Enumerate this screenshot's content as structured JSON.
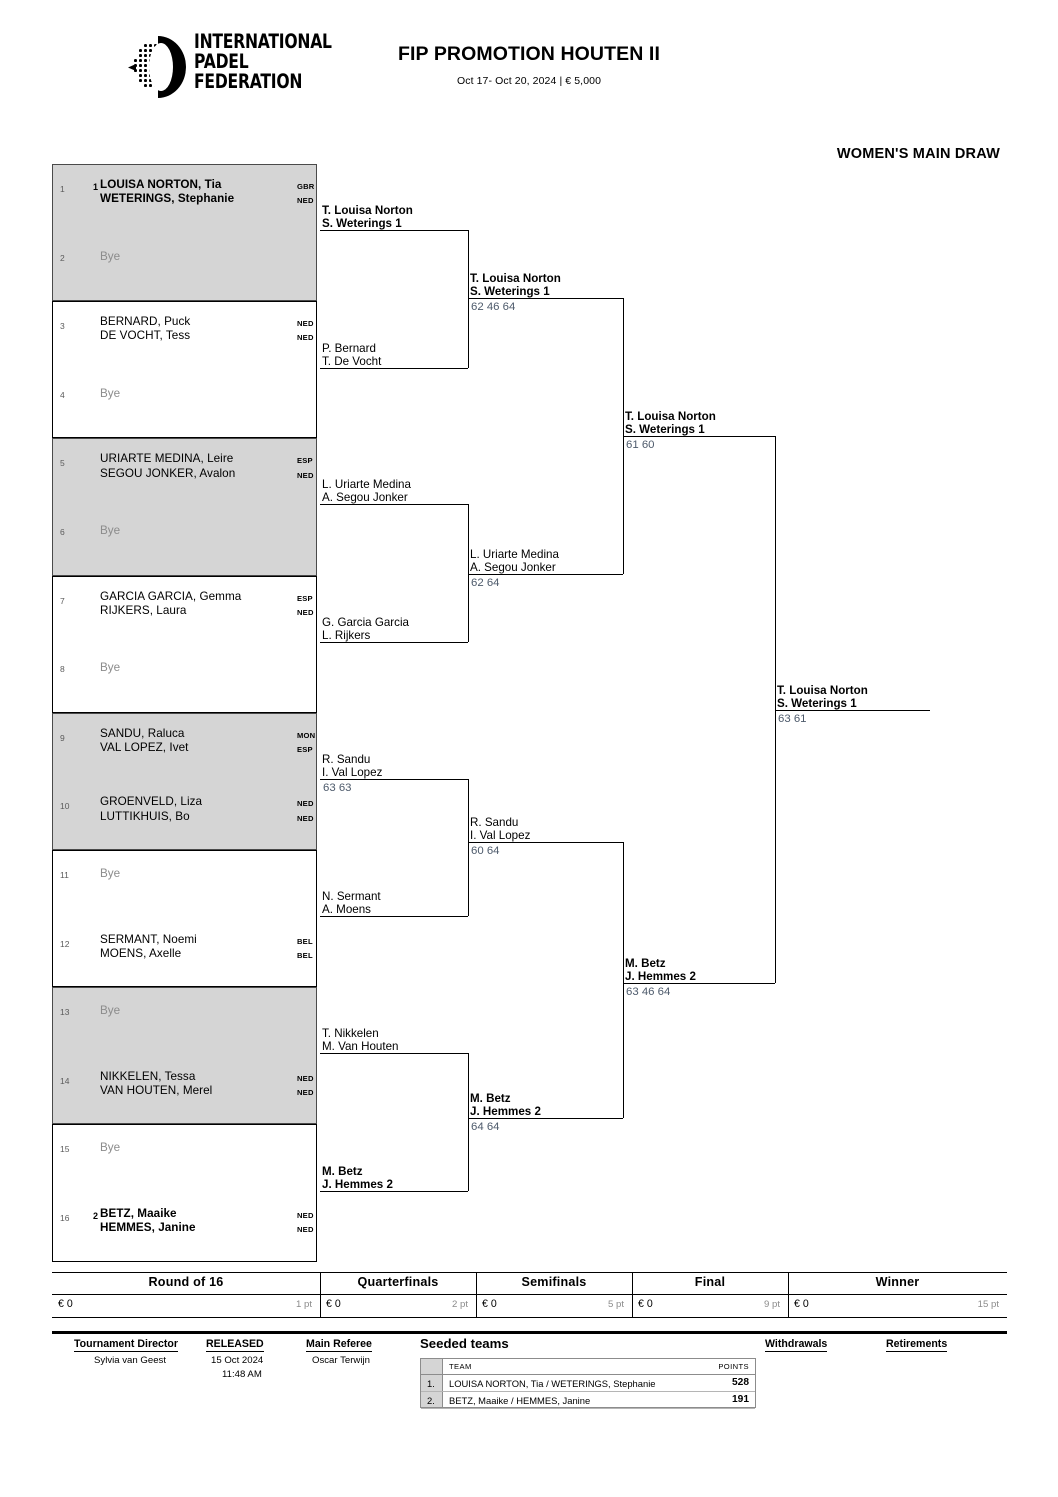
{
  "header": {
    "logo_line1": "INTERNATIONAL",
    "logo_line2": "PADEL",
    "logo_line3": "FEDERATION",
    "title": "FIP PROMOTION HOUTEN II",
    "subtitle": "Oct 17- Oct 20, 2024  |  € 5,000",
    "draw_title": "WOMEN'S MAIN DRAW"
  },
  "bracket": {
    "round1": [
      {
        "num": "1",
        "seed": "1",
        "bye": false,
        "bold": true,
        "p1": "LOUISA NORTON, Tia",
        "p2": "WETERINGS, Stephanie",
        "c1": "GBR",
        "c2": "NED"
      },
      {
        "num": "2",
        "seed": "",
        "bye": true,
        "bold": false,
        "bye_label": "Bye"
      },
      {
        "num": "3",
        "seed": "",
        "bye": false,
        "bold": false,
        "p1": "BERNARD, Puck",
        "p2": "DE VOCHT, Tess",
        "c1": "NED",
        "c2": "NED"
      },
      {
        "num": "4",
        "seed": "",
        "bye": true,
        "bold": false,
        "bye_label": "Bye"
      },
      {
        "num": "5",
        "seed": "",
        "bye": false,
        "bold": false,
        "p1": "URIARTE MEDINA, Leire",
        "p2": "SEGOU JONKER, Avalon",
        "c1": "ESP",
        "c2": "NED"
      },
      {
        "num": "6",
        "seed": "",
        "bye": true,
        "bold": false,
        "bye_label": "Bye"
      },
      {
        "num": "7",
        "seed": "",
        "bye": false,
        "bold": false,
        "p1": "GARCIA GARCIA, Gemma",
        "p2": "RIJKERS, Laura",
        "c1": "ESP",
        "c2": "NED"
      },
      {
        "num": "8",
        "seed": "",
        "bye": true,
        "bold": false,
        "bye_label": "Bye"
      },
      {
        "num": "9",
        "seed": "",
        "bye": false,
        "bold": false,
        "p1": "SANDU, Raluca",
        "p2": "VAL LOPEZ, Ivet",
        "c1": "MON",
        "c2": "ESP"
      },
      {
        "num": "10",
        "seed": "",
        "bye": false,
        "bold": false,
        "p1": "GROENVELD, Liza",
        "p2": "LUTTIKHUIS, Bo",
        "c1": "NED",
        "c2": "NED"
      },
      {
        "num": "11",
        "seed": "",
        "bye": true,
        "bold": false,
        "bye_label": "Bye"
      },
      {
        "num": "12",
        "seed": "",
        "bye": false,
        "bold": false,
        "p1": "SERMANT, Noemi",
        "p2": "MOENS, Axelle",
        "c1": "BEL",
        "c2": "BEL"
      },
      {
        "num": "13",
        "seed": "",
        "bye": true,
        "bold": false,
        "bye_label": "Bye"
      },
      {
        "num": "14",
        "seed": "",
        "bye": false,
        "bold": false,
        "p1": "NIKKELEN, Tessa",
        "p2": "VAN HOUTEN, Merel",
        "c1": "NED",
        "c2": "NED"
      },
      {
        "num": "15",
        "seed": "",
        "bye": true,
        "bold": false,
        "bye_label": "Bye"
      },
      {
        "num": "16",
        "seed": "2",
        "bye": false,
        "bold": true,
        "p1": "BETZ, Maaike",
        "p2": "HEMMES, Janine",
        "c1": "NED",
        "c2": "NED"
      }
    ],
    "round2": [
      {
        "l1": "T. Louisa Norton",
        "l2": "S. Weterings  1",
        "score": "",
        "bold": true
      },
      {
        "l1": "P. Bernard",
        "l2": "T. De Vocht",
        "score": "",
        "bold": false
      },
      {
        "l1": "L. Uriarte Medina",
        "l2": "A. Segou Jonker",
        "score": "",
        "bold": false
      },
      {
        "l1": "G. Garcia Garcia",
        "l2": "L. Rijkers",
        "score": "",
        "bold": false
      },
      {
        "l1": "R. Sandu",
        "l2": "I. Val Lopez",
        "score": "63 63",
        "bold": false
      },
      {
        "l1": "N. Sermant",
        "l2": "A. Moens",
        "score": "",
        "bold": false
      },
      {
        "l1": "T. Nikkelen",
        "l2": "M. Van Houten",
        "score": "",
        "bold": false
      },
      {
        "l1": "M. Betz",
        "l2": "J. Hemmes  2",
        "score": "",
        "bold": true
      }
    ],
    "quarterfinals": [
      {
        "l1": "T. Louisa Norton",
        "l2": "S. Weterings  1",
        "score": "62 46 64",
        "bold": true
      },
      {
        "l1": "L. Uriarte Medina",
        "l2": "A. Segou Jonker",
        "score": "62 64",
        "bold": false
      },
      {
        "l1": "R. Sandu",
        "l2": "I. Val Lopez",
        "score": "60 64",
        "bold": false
      },
      {
        "l1": "M. Betz",
        "l2": "J. Hemmes  2",
        "score": "64 64",
        "bold": true
      }
    ],
    "semifinals": [
      {
        "l1": "T. Louisa Norton",
        "l2": "S. Weterings  1",
        "score": "61 60",
        "bold": true
      },
      {
        "l1": "M. Betz",
        "l2": "J. Hemmes  2",
        "score": "63 46 64",
        "bold": true
      }
    ],
    "final": [
      {
        "l1": "T. Louisa Norton",
        "l2": "S. Weterings  1",
        "score": "63 61",
        "bold": true
      }
    ]
  },
  "prize_table": {
    "columns": [
      {
        "label": "Round of 16",
        "money": "€ 0",
        "points": "1 pt"
      },
      {
        "label": "Quarterfinals",
        "money": "€ 0",
        "points": "2 pt"
      },
      {
        "label": "Semifinals",
        "money": "€ 0",
        "points": "5 pt"
      },
      {
        "label": "Final",
        "money": "€ 0",
        "points": "9 pt"
      },
      {
        "label": "Winner",
        "money": "€ 0",
        "points": "15 pt"
      }
    ]
  },
  "footer": {
    "tournament_director_label": "Tournament Director",
    "tournament_director_name": "Sylvia van Geest",
    "released_label": "RELEASED",
    "released_date": "15 Oct 2024",
    "released_time": "11:48 AM",
    "main_referee_label": "Main Referee",
    "main_referee_name": "Oscar Terwijn",
    "seeded_title": "Seeded teams",
    "seeded_col_team": "TEAM",
    "seeded_col_points": "POINTS",
    "seeded_rows": [
      {
        "rank": "1.",
        "team": "LOUISA NORTON, Tia / WETERINGS, Stephanie",
        "points": "528"
      },
      {
        "rank": "2.",
        "team": "BETZ, Maaike / HEMMES, Janine",
        "points": "191"
      }
    ],
    "withdrawals_label": "Withdrawals",
    "retirements_label": "Retirements"
  }
}
